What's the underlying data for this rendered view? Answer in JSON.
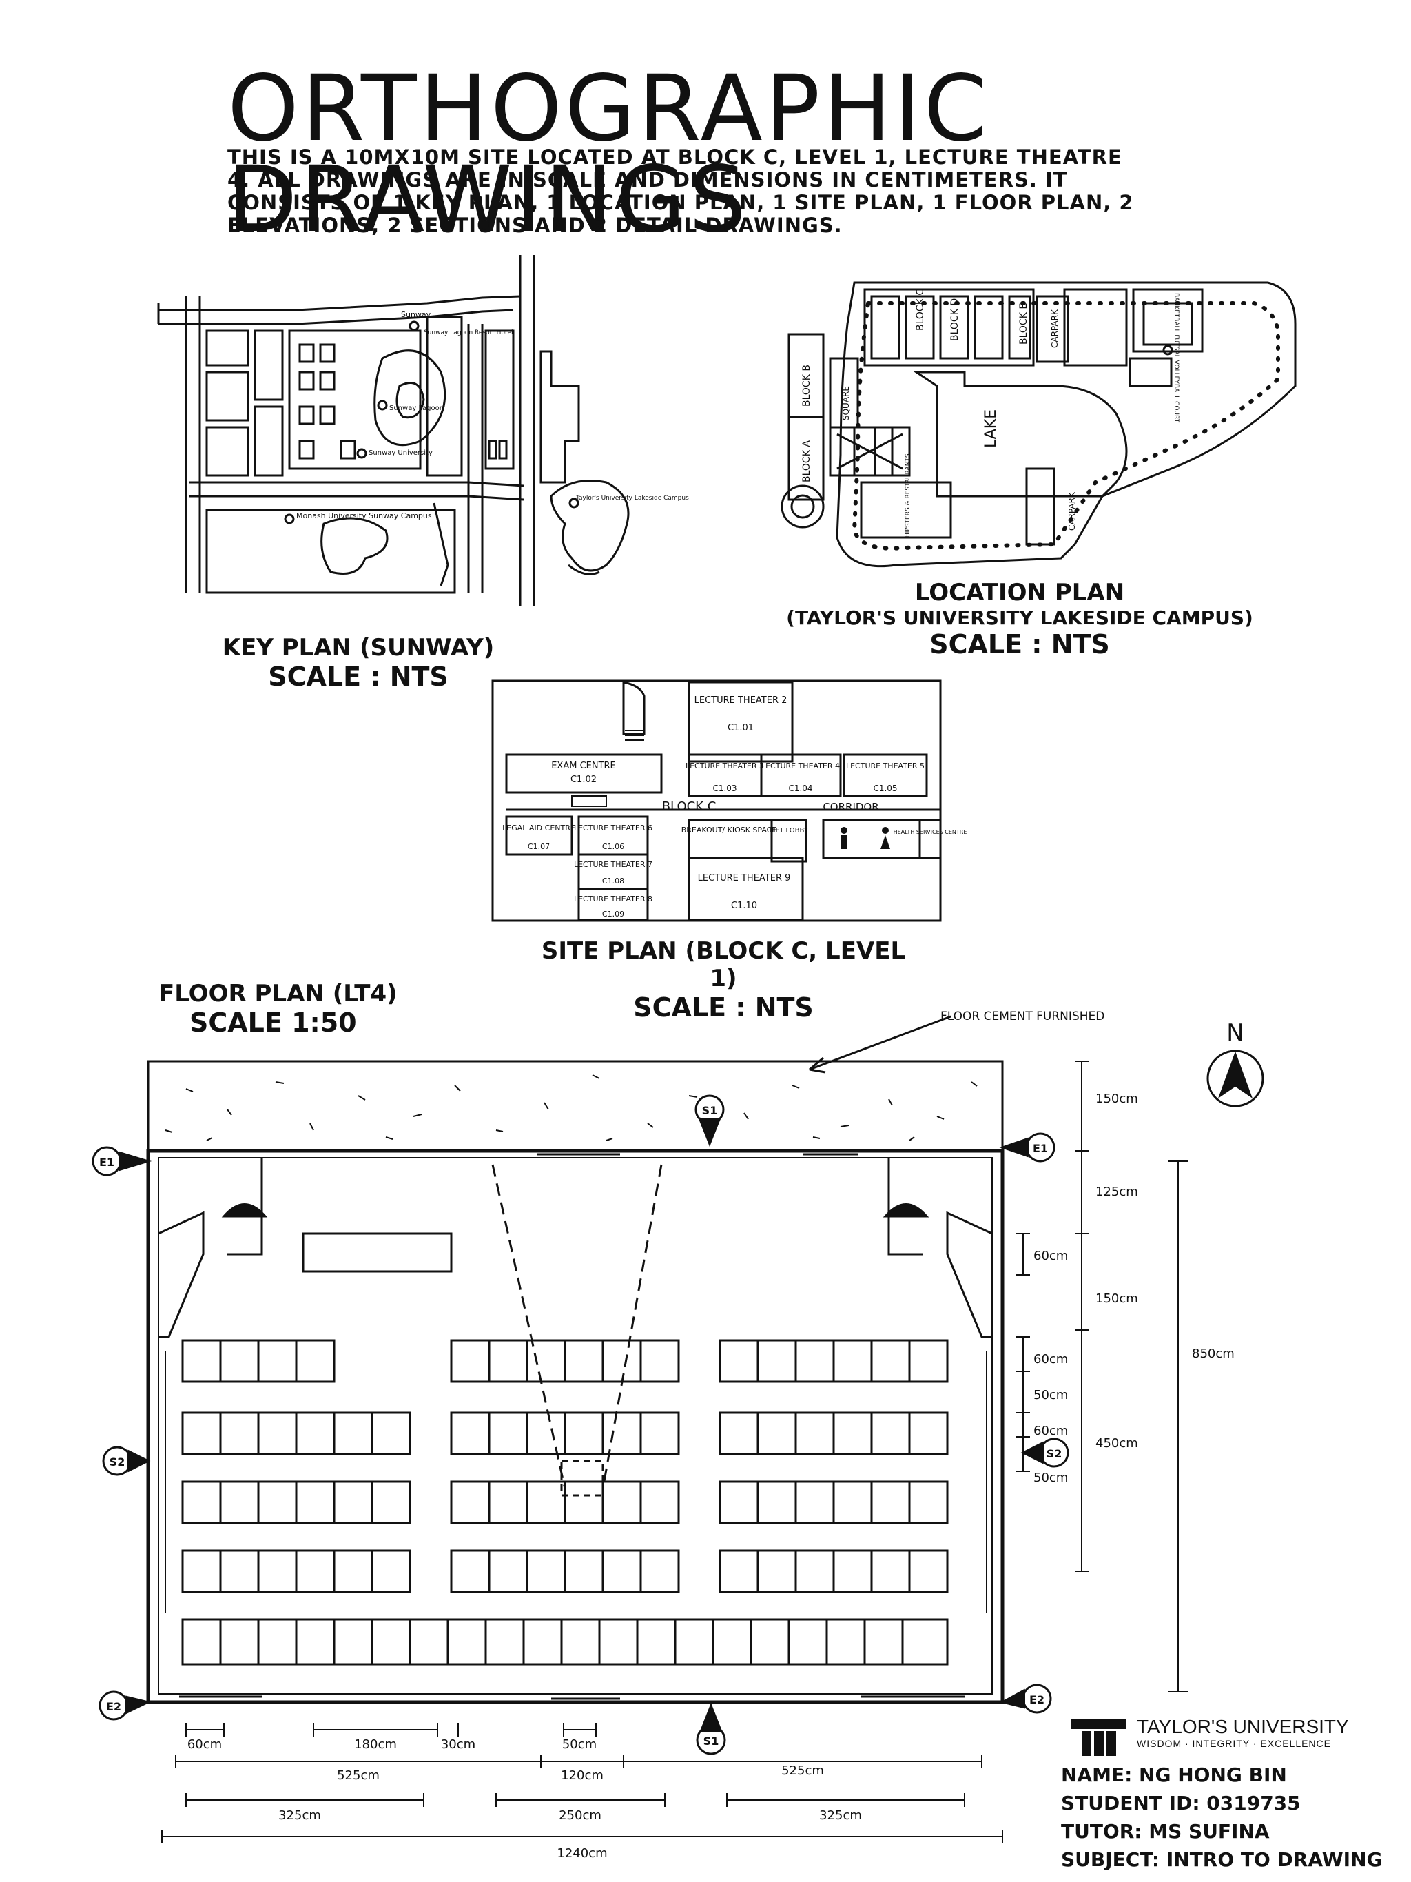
{
  "title": "ORTHOGRAPHIC DRAWINGS",
  "intro": "THIS IS A 10MX10M SITE LOCATED AT BLOCK C, LEVEL 1, LECTURE THEATRE 4. ALL DRAWINGS ARE IN SCALE AND DIMENSIONS IN CENTIMETERS. IT CONSISTS OF 1 KEY PLAN, 1 LOCATION PLAN, 1 SITE PLAN, 1 FLOOR PLAN, 2 ELEVATIONS, 2 SECTIONS AND 2 DETAIL DRAWINGS.",
  "key_plan": {
    "caption": "KEY PLAN (SUNWAY)",
    "scale": "SCALE : NTS",
    "labels": [
      "Sunway",
      "Sunway Lagoon Resort Hotel",
      "Sunway Lagoon",
      "Sunway University",
      "Monash University Sunway Campus",
      "Taylor's University Lakeside Campus"
    ]
  },
  "location_plan": {
    "caption": "LOCATION PLAN",
    "subcaption": "(TAYLOR'S UNIVERSITY LAKESIDE CAMPUS)",
    "scale": "SCALE : NTS",
    "labels": [
      "BLOCK C",
      "BLOCK D",
      "BLOCK E",
      "CARPARK",
      "BASKETBALL FUTSAL VOLLEYBALL COURT",
      "BLOCK B",
      "BLOCK A",
      "SQUARE",
      "LAKE",
      "HIPSTERS & RESTAURANTS",
      "CARPARK"
    ]
  },
  "site_plan": {
    "caption": "SITE PLAN (BLOCK C, LEVEL 1)",
    "scale": "SCALE : NTS",
    "rooms": [
      {
        "name": "LECTURE THEATER 2",
        "code": "C1.01"
      },
      {
        "name": "EXAM CENTRE",
        "code": "C1.02"
      },
      {
        "name": "LECTURE THEATER 3",
        "code": "C1.03"
      },
      {
        "name": "LECTURE THEATER 4",
        "code": "C1.04"
      },
      {
        "name": "LECTURE THEATER 5",
        "code": "C1.05"
      },
      {
        "name": "LEGAL AID CENTRE",
        "code": "C1.07"
      },
      {
        "name": "LECTURE THEATER 6",
        "code": "C1.06"
      },
      {
        "name": "LECTURE THEATER 7",
        "code": "C1.08"
      },
      {
        "name": "LECTURE THEATER 8",
        "code": "C1.09"
      },
      {
        "name": "LECTURE THEATER 9",
        "code": "C1.10"
      }
    ],
    "block_label": "BLOCK C",
    "corridor_label": "CORRIDOR",
    "breakout_label": "BREAKOUT/ KIOSK SPACE",
    "lift_label": "LIFT LOBBY",
    "health_label": "HEALTH SERVICES CENTRE"
  },
  "floor_plan": {
    "caption": "FLOOR PLAN (LT4)",
    "scale": "SCALE 1:50",
    "note": "FLOOR CEMENT FURNISHED",
    "north": "N",
    "markers": {
      "s1": "S1",
      "s2": "S2",
      "e1": "E1",
      "e2": "E2"
    },
    "right_dims": [
      "150cm",
      "125cm",
      "60cm",
      "150cm",
      "850cm",
      "60cm",
      "50cm",
      "60cm",
      "450cm",
      "50cm"
    ],
    "bottom_dims": {
      "row1": [
        "60cm",
        "180cm",
        "30cm",
        "50cm"
      ],
      "row2": [
        "525cm",
        "120cm",
        "525cm"
      ],
      "row3": [
        "325cm",
        "250cm",
        "325cm"
      ],
      "row4": [
        "1240cm"
      ]
    }
  },
  "university": {
    "name": "TAYLOR'S UNIVERSITY",
    "tagline": "WISDOM · INTEGRITY · EXCELLENCE"
  },
  "student": {
    "name": "NAME: NG HONG BIN",
    "id": "STUDENT ID: 0319735",
    "tutor": "TUTOR: MS SUFINA",
    "subject": "SUBJECT: INTRO TO DRAWING"
  }
}
